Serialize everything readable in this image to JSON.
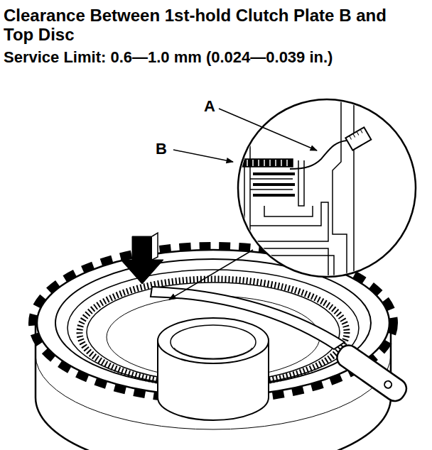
{
  "diagram": {
    "title": "Clearance Between 1st-hold Clutch Plate B and Top Disc",
    "labels": [
      "Service Limit: 0.6—1.0 mm (0.024—0.039 in.)",
      "A",
      "B"
    ]
  }
}
